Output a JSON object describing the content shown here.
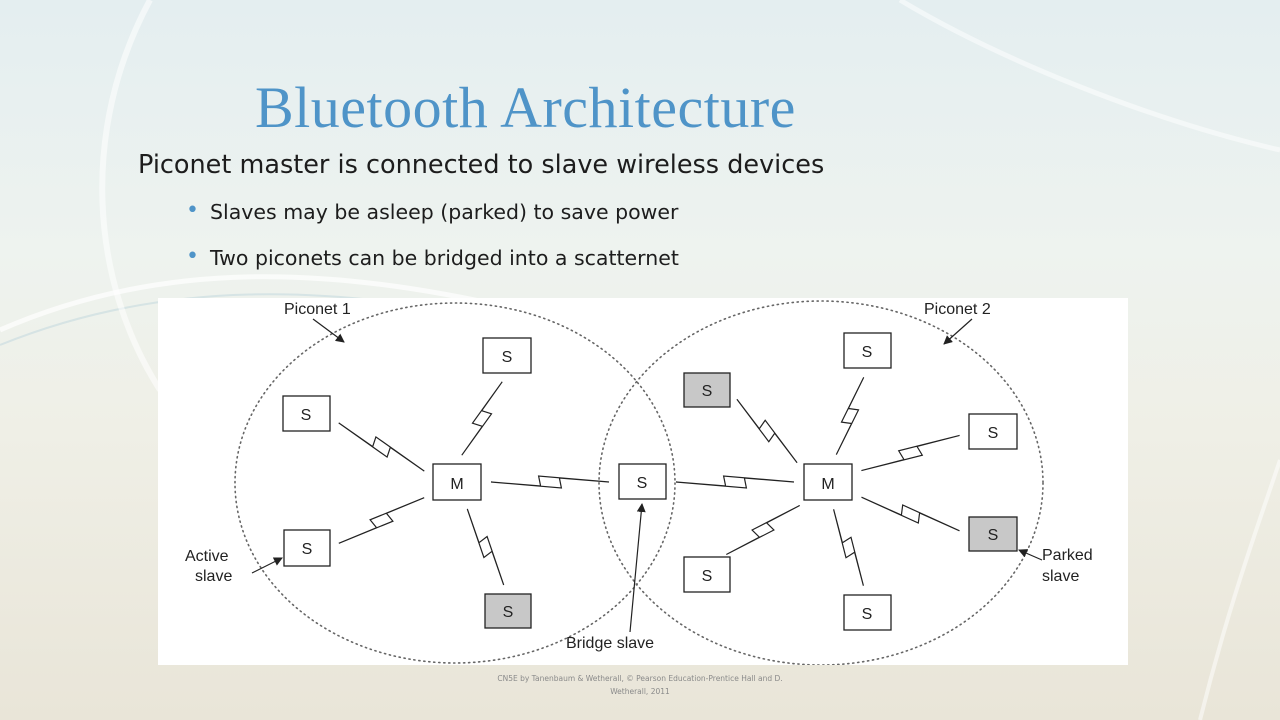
{
  "slide": {
    "title": "Bluetooth Architecture",
    "subtitle": "Piconet master is connected to slave wireless devices",
    "bullets": [
      "Slaves may be asleep (parked) to save power",
      "Two piconets can be bridged into a scatternet"
    ],
    "footer": "CN5E by Tanenbaum & Wetherall, © Pearson Education-Prentice Hall and D. Wetherall, 2011",
    "accent_color": "#4f94c8"
  },
  "diagram": {
    "node_labels": {
      "master": "M",
      "slave": "S"
    },
    "callouts": {
      "piconet1": "Piconet 1",
      "piconet2": "Piconet 2",
      "active_slave_1": "Active",
      "active_slave_2": "slave",
      "parked_slave_1": "Parked",
      "parked_slave_2": "slave",
      "bridge_slave": "Bridge slave"
    },
    "colors": {
      "active_fill": "#ffffff",
      "parked_fill": "#c8c8c8"
    }
  }
}
